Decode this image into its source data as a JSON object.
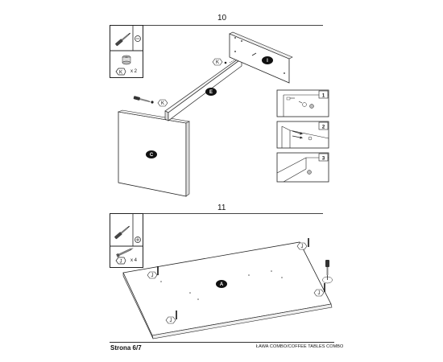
{
  "steps": [
    {
      "number": "10",
      "hardware": {
        "letter": "K",
        "count": "x 2"
      },
      "parts": {
        "c": "C",
        "e": "E",
        "i": "I",
        "k1": "K",
        "k2": "K"
      },
      "details": [
        {
          "number": "1"
        },
        {
          "number": "2"
        },
        {
          "number": "3"
        }
      ]
    },
    {
      "number": "11",
      "hardware": {
        "letter": "J",
        "count": "x 4"
      },
      "parts": {
        "a": "A",
        "j1": "J",
        "j2": "J",
        "j3": "J",
        "j4": "J"
      }
    }
  ],
  "footer": {
    "page": "Strona 6/7",
    "title": "ŁAWA COMBO/COFFEE TABLES COMBO"
  }
}
